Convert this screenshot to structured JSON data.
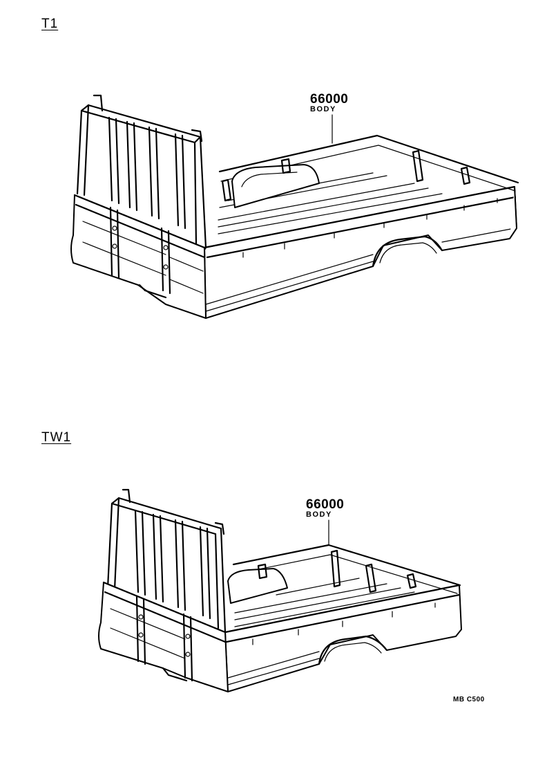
{
  "diagrams": [
    {
      "variant": "T1",
      "part_number": "66000",
      "part_name": "BODY"
    },
    {
      "variant": "TW1",
      "part_number": "66000",
      "part_name": "BODY"
    }
  ],
  "drawing_code": "MB C500"
}
